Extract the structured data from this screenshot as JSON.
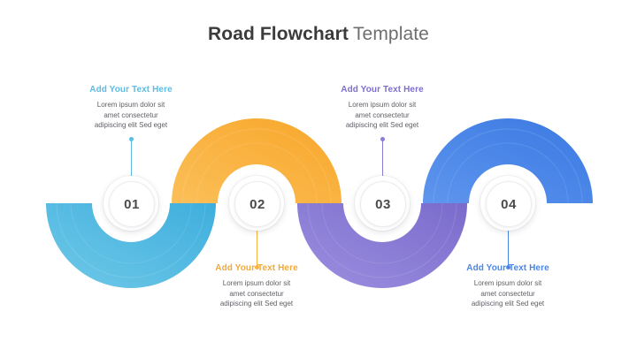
{
  "title": {
    "strong": "Road Flowchart",
    "light": "Template"
  },
  "colors": {
    "step1": "#5BBCE4",
    "step2": "#F9B03C",
    "step3": "#8A7CD6",
    "step4": "#4A86E8",
    "badge_number": "#4a4a4a",
    "body_text": "#5f6066",
    "title_strong": "#3b3b3b",
    "title_light": "#6e6e6e"
  },
  "steps": [
    {
      "number": "01",
      "heading": "Add Your Text Here",
      "body_lines": [
        "Lorem ipsum dolor sit",
        "amet consectetur",
        "adipiscing elit Sed eget"
      ],
      "color": "#5BBCE4",
      "position": "above"
    },
    {
      "number": "02",
      "heading": "Add Your Text Here",
      "body_lines": [
        "Lorem ipsum dolor sit",
        "amet consectetur",
        "adipiscing elit Sed eget"
      ],
      "color": "#F9B03C",
      "position": "below"
    },
    {
      "number": "03",
      "heading": "Add Your Text Here",
      "body_lines": [
        "Lorem ipsum dolor sit",
        "amet consectetur",
        "adipiscing elit Sed eget"
      ],
      "color": "#8A7CD6",
      "position": "above"
    },
    {
      "number": "04",
      "heading": "Add Your Text Here",
      "body_lines": [
        "Lorem ipsum dolor sit",
        "amet consectetur",
        "adipiscing elit Sed eget"
      ],
      "color": "#4A86E8",
      "position": "below"
    }
  ]
}
